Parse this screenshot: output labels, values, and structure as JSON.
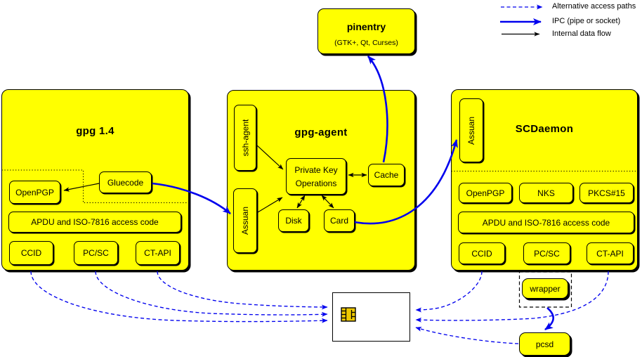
{
  "colors": {
    "box_fill": "#ffff00",
    "blue": "#0000ee",
    "card_fill": "#ffffff",
    "chip_fill": "#eec900"
  },
  "legend": {
    "alt": "Alternative access paths",
    "ipc": "IPC (pipe or socket)",
    "internal": "Internal data flow"
  },
  "pinentry": {
    "title": "pinentry",
    "subtitle": "(GTK+, Qt, Curses)"
  },
  "gpg14": {
    "title": "gpg 1.4",
    "openpgp": "OpenPGP",
    "gluecode": "Gluecode",
    "apdu": "APDU and ISO-7816 access code",
    "ccid": "CCID",
    "pcsc": "PC/SC",
    "ctapi": "CT-API"
  },
  "gpgagent": {
    "title": "gpg-agent",
    "ssh_agent": "ssh-agent",
    "assuan": "Assuan",
    "pko1": "Private Key",
    "pko2": "Operations",
    "cache": "Cache",
    "disk": "Disk",
    "card": "Card"
  },
  "scdaemon": {
    "title": "SCDaemon",
    "assuan": "Assuan",
    "openpgp": "OpenPGP",
    "nks": "NKS",
    "pkcs15": "PKCS#15",
    "apdu": "APDU and ISO-7816 access code",
    "ccid": "CCID",
    "pcsc": "PC/SC",
    "ctapi": "CT-API"
  },
  "peripherals": {
    "wrapper": "wrapper",
    "pcsd": "pcsd"
  }
}
